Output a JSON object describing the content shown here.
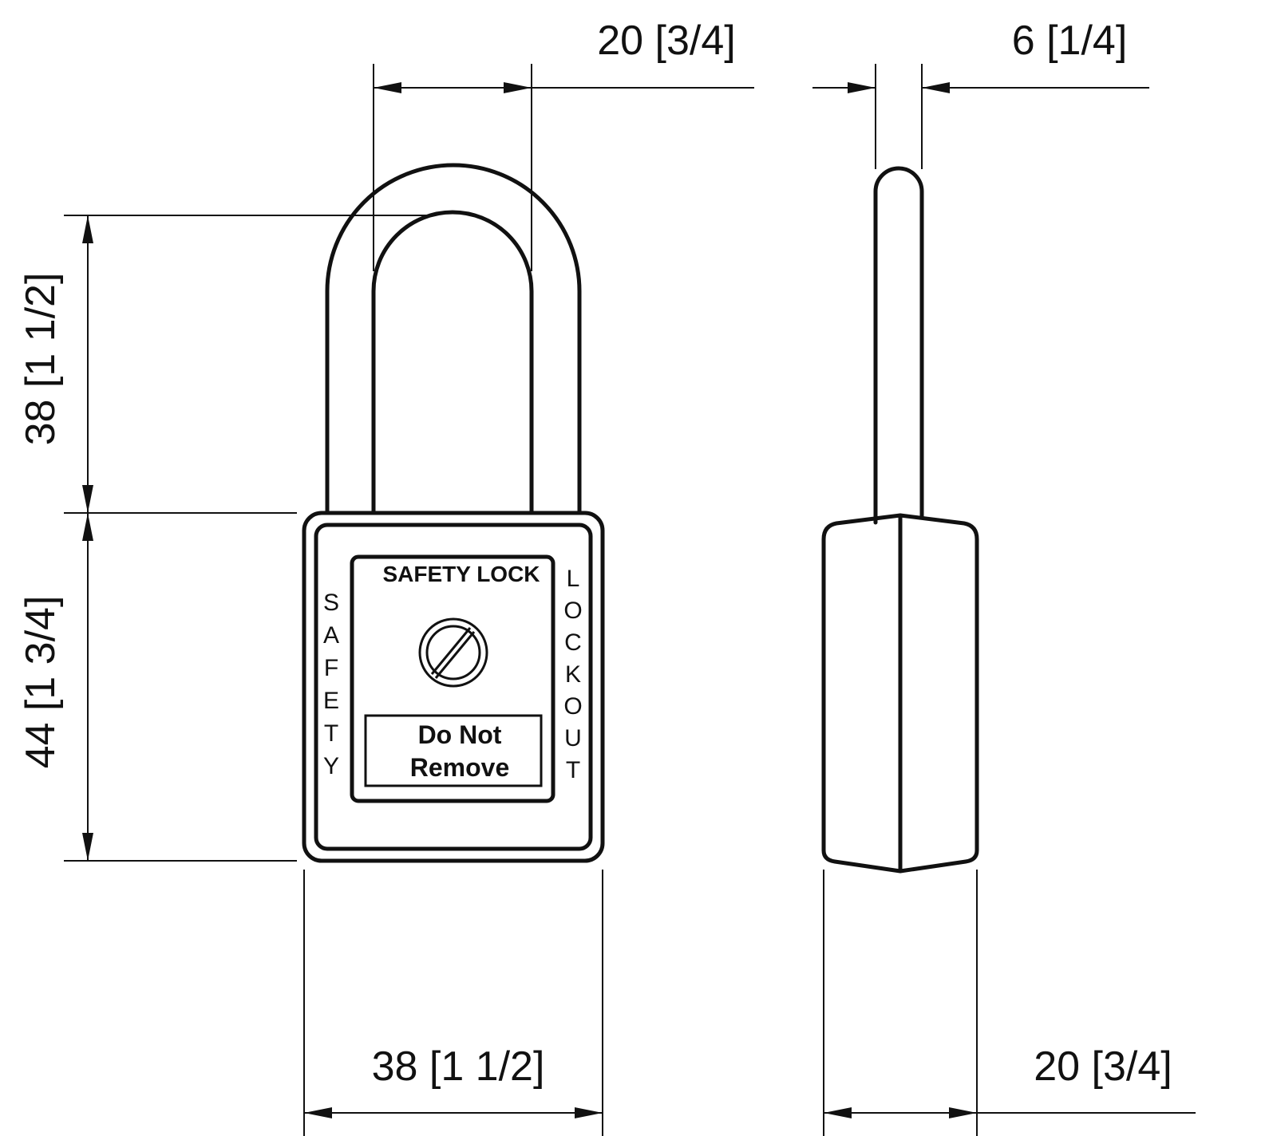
{
  "dimensions": {
    "top_front": "20 [3/4]",
    "top_side": "6 [1/4]",
    "left_shackle": "38 [1 1/2]",
    "left_body": "44 [1 3/4]",
    "bottom_front": "38 [1 1/2]",
    "bottom_side": "20 [3/4]"
  },
  "label": {
    "title": "SAFETY LOCK",
    "left_vertical": [
      "S",
      "A",
      "F",
      "E",
      "T",
      "Y"
    ],
    "right_vertical": [
      "L",
      "O",
      "C",
      "K",
      "O",
      "U",
      "T"
    ],
    "warning_line1": "Do Not",
    "warning_line2": "Remove"
  },
  "icons": {
    "lock_symbol": "prohibition-circle-icon"
  },
  "colors": {
    "line": "#111111",
    "background": "#ffffff"
  }
}
